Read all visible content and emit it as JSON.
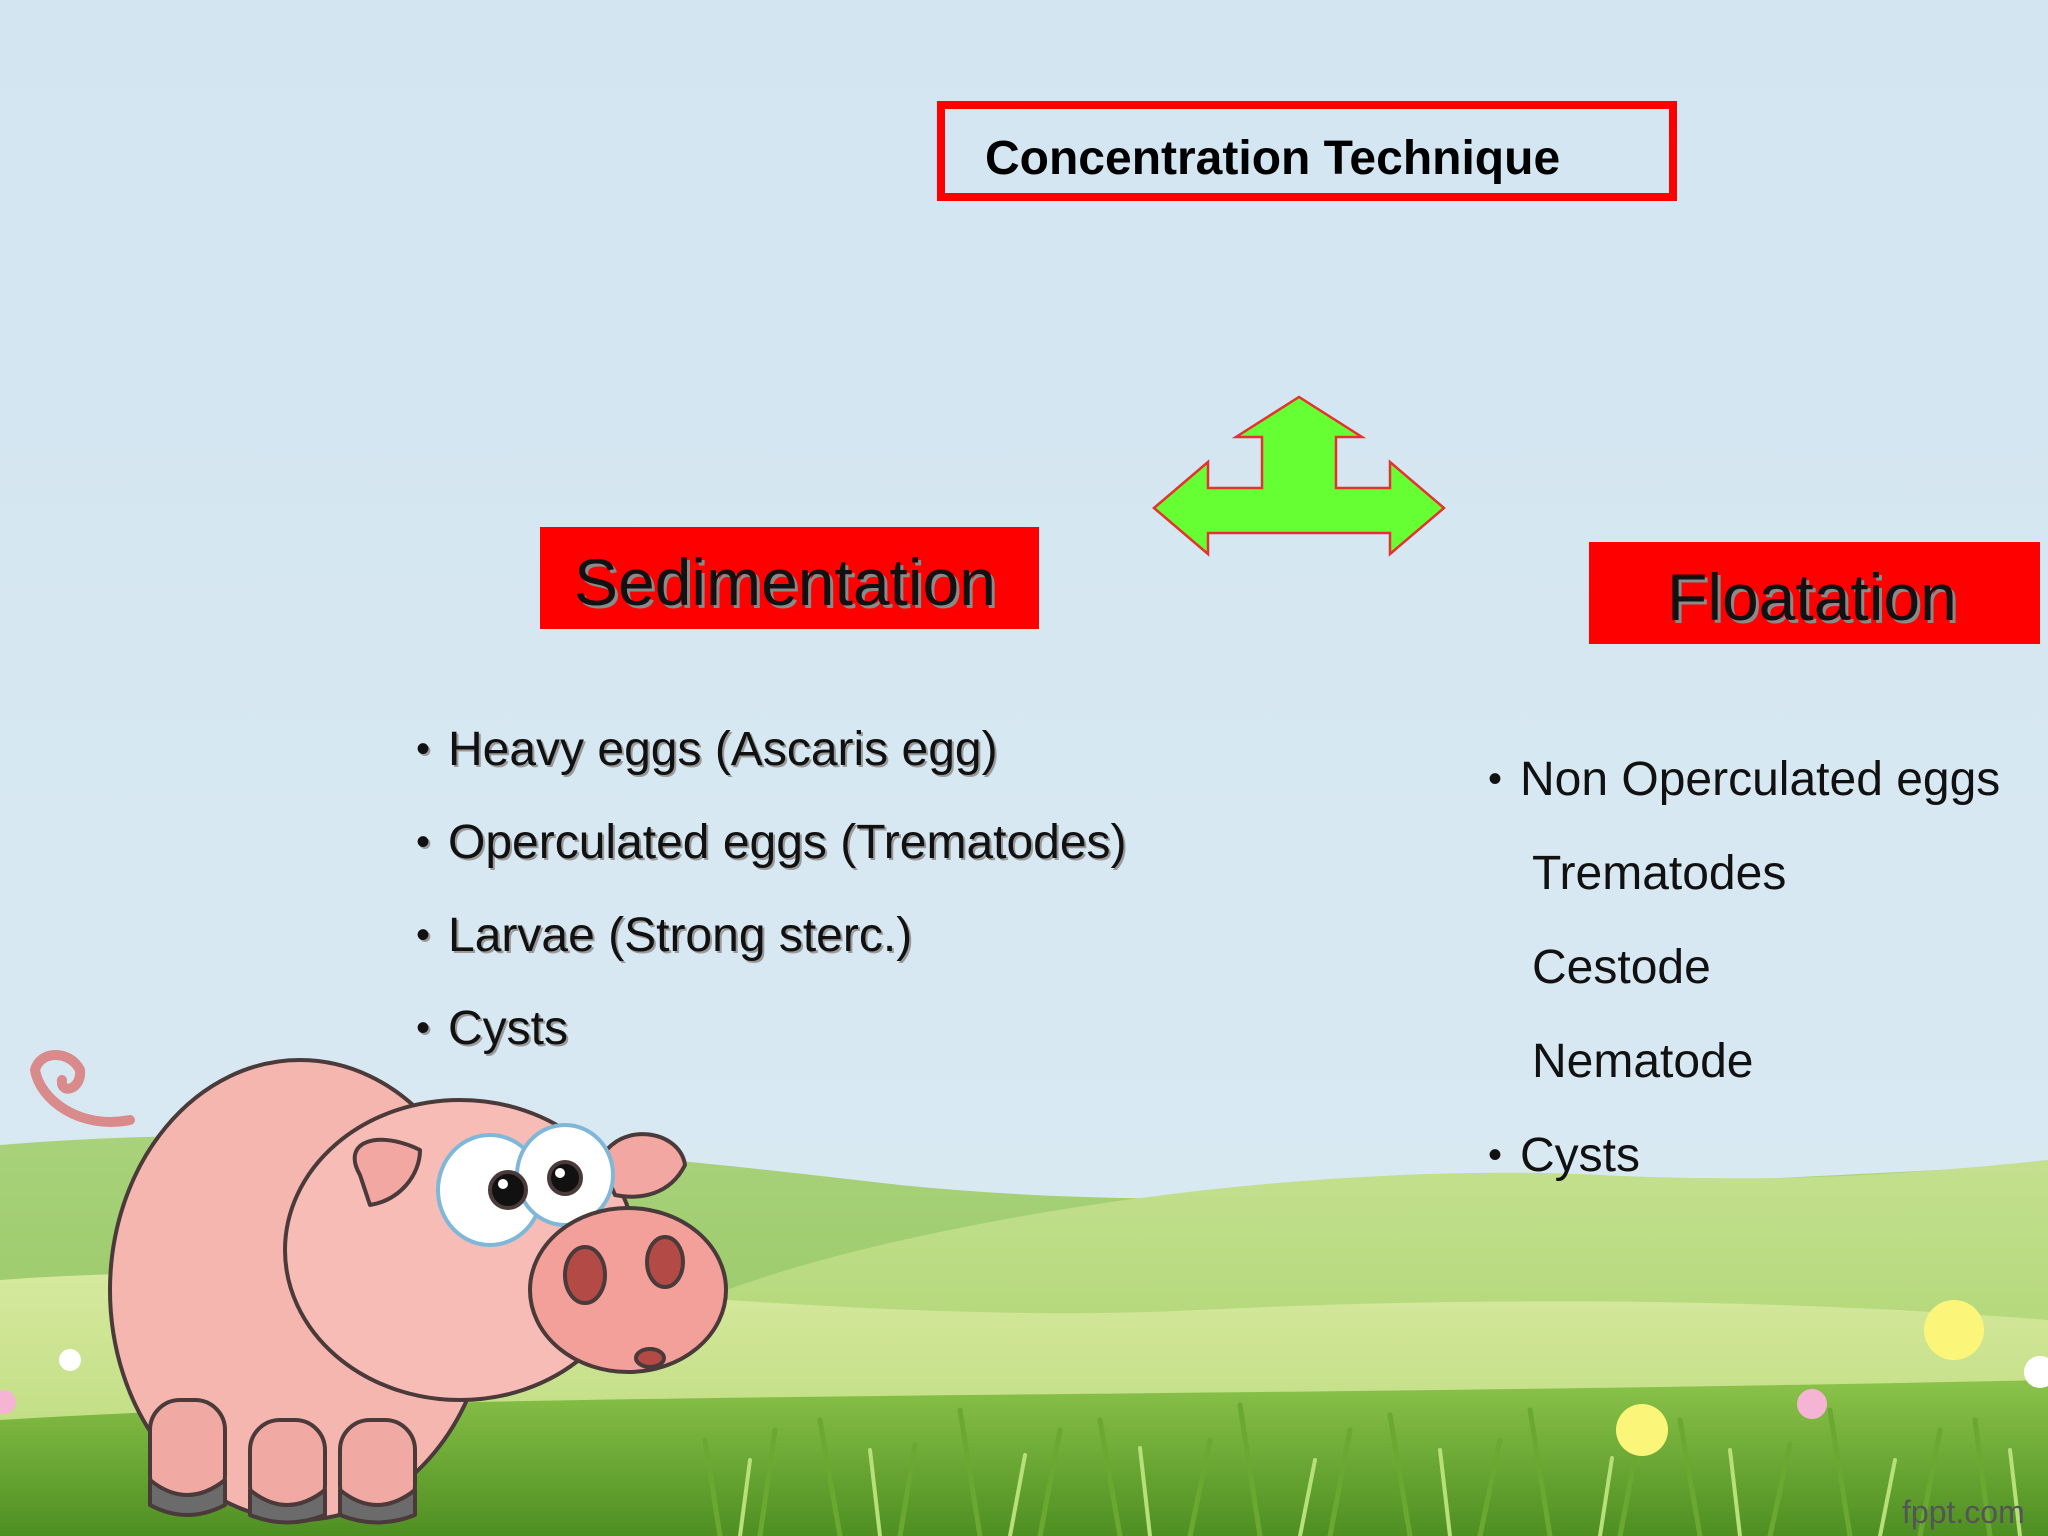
{
  "slide": {
    "title": "Concentration Technique",
    "left_heading": "Sedimentation",
    "right_heading": "Floatation",
    "left_items": [
      "Heavy eggs (Ascaris egg)",
      "Operculated eggs (Trematodes)",
      "Larvae (Strong sterc.)",
      "Cysts"
    ],
    "right_items": [
      {
        "text": "Non Operculated eggs",
        "bullet": true
      },
      {
        "text": "Trematodes",
        "bullet": false
      },
      {
        "text": "Cestode",
        "bullet": false
      },
      {
        "text": "Nematode",
        "bullet": false
      },
      {
        "text": "Cysts",
        "bullet": true
      }
    ],
    "brand": "fppt.com"
  },
  "colors": {
    "sky": "#d3e6f1",
    "accent_red": "#ff0000",
    "arrow_green": "#66ff33",
    "grass": "#9fcf5a",
    "pig_pink": "#f6b6b0"
  },
  "icons": {
    "arrow": "three-way-arrow-icon",
    "pig": "pig-illustration"
  }
}
